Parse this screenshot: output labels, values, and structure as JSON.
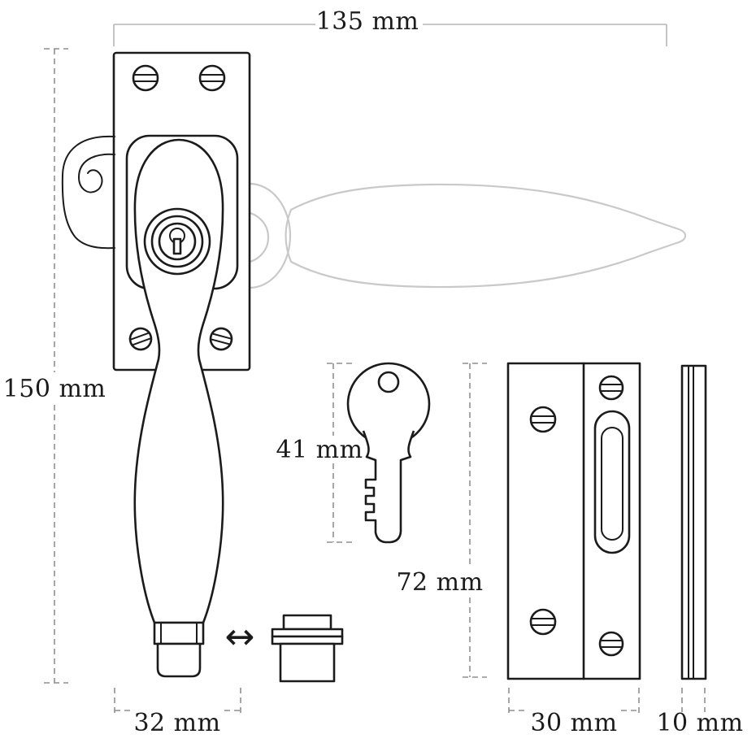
{
  "diagram": {
    "labels": {
      "total_width": "135 mm",
      "total_height": "150 mm",
      "key_height": "41 mm",
      "keep_height": "72 mm",
      "handle_width": "32 mm",
      "keep_width": "30 mm",
      "keep_depth": "10 mm"
    },
    "icons": {
      "double_arrow": "↔"
    },
    "colors": {
      "outline": "#1b1b1b",
      "ghost": "#c9c9c9",
      "dimension": "#8f8f8f",
      "background": "#ffffff"
    }
  }
}
